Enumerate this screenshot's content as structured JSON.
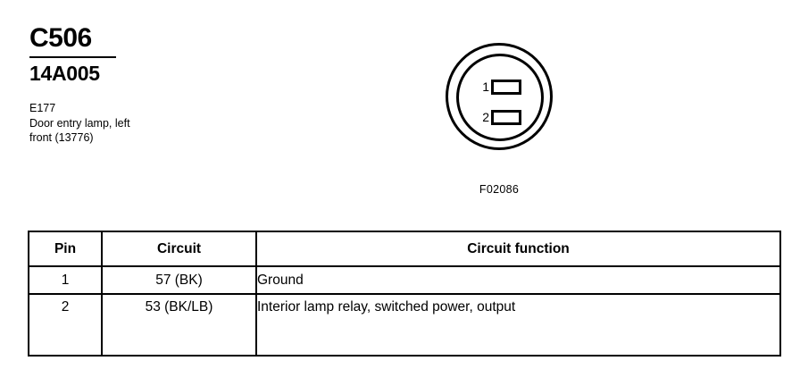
{
  "identification": {
    "connector_code": "C506",
    "part_number": "14A005",
    "component_id": "E177",
    "description_line_1": "Door entry lamp, left",
    "description_line_2": "front (13776)"
  },
  "connector_figure": {
    "figure_code": "F02086",
    "cavities": [
      {
        "label": "1"
      },
      {
        "label": "2"
      }
    ]
  },
  "pin_table": {
    "headers": {
      "pin": "Pin",
      "circuit": "Circuit",
      "function": "Circuit function"
    },
    "rows": [
      {
        "pin": "1",
        "circuit": "57 (BK)",
        "function": "Ground"
      },
      {
        "pin": "2",
        "circuit": "53 (BK/LB)",
        "function": "Interior lamp relay, switched power, output"
      }
    ]
  },
  "colors": {
    "ink": "#000000",
    "paper": "#ffffff"
  }
}
